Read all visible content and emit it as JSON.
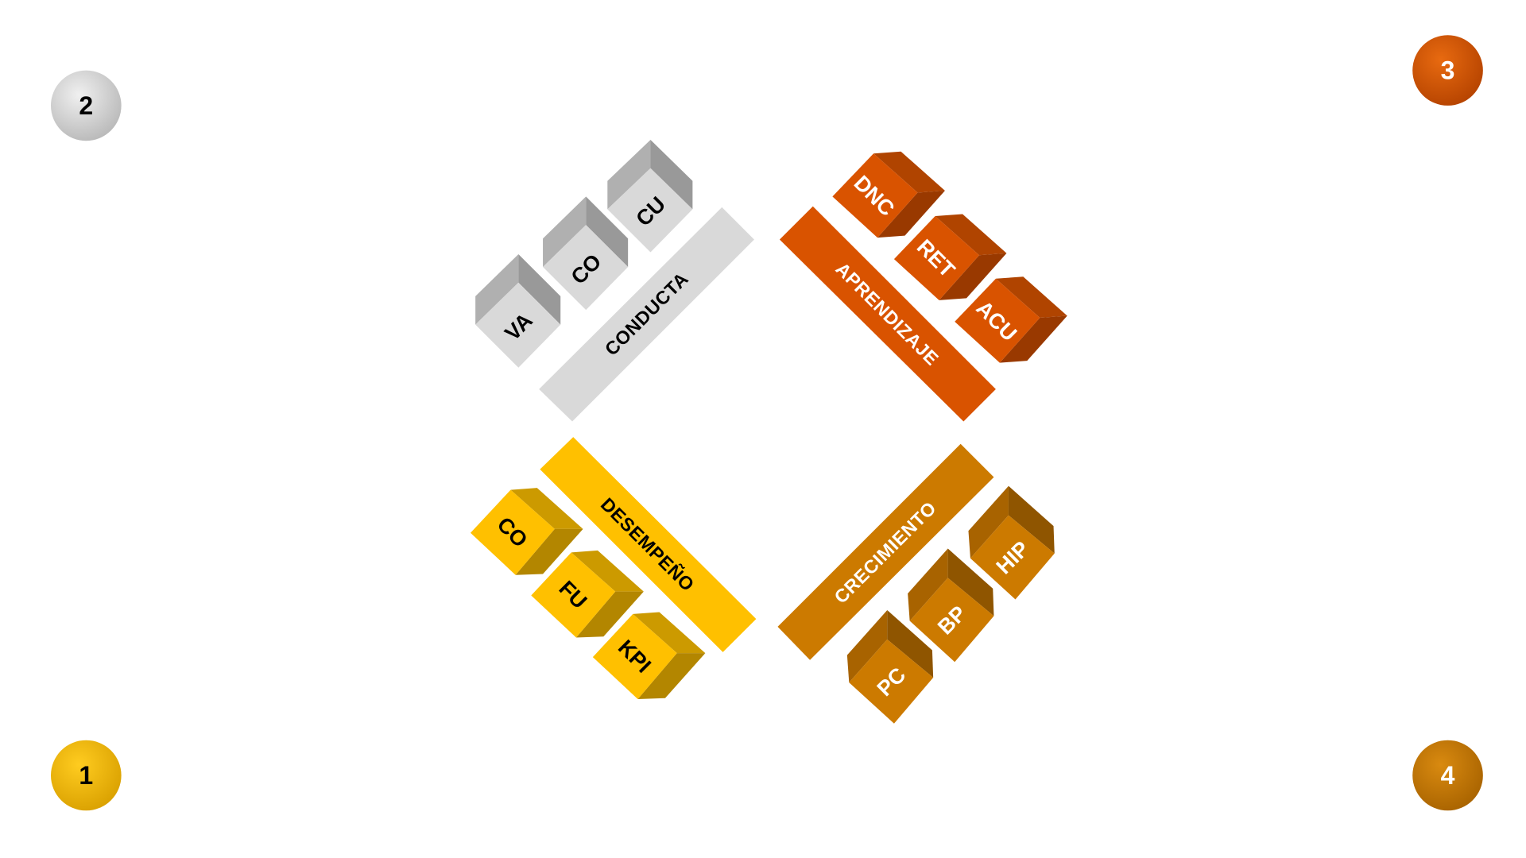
{
  "quadrants": [
    {
      "number": "1",
      "label": "DESEMPEÑO",
      "items": [
        "CO",
        "FU",
        "KPI"
      ],
      "color": "#ffc000"
    },
    {
      "number": "2",
      "label": "CONDUCTA",
      "items": [
        "VA",
        "CO",
        "CU"
      ],
      "color": "#d9d9d9"
    },
    {
      "number": "3",
      "label": "APRENDIZAJE",
      "items": [
        "DNC",
        "RET",
        "ACU"
      ],
      "color": "#d95300"
    },
    {
      "number": "4",
      "label": "CRECIMIENTO",
      "items": [
        "PC",
        "BP",
        "HIP"
      ],
      "color": "#cc7a00"
    }
  ]
}
